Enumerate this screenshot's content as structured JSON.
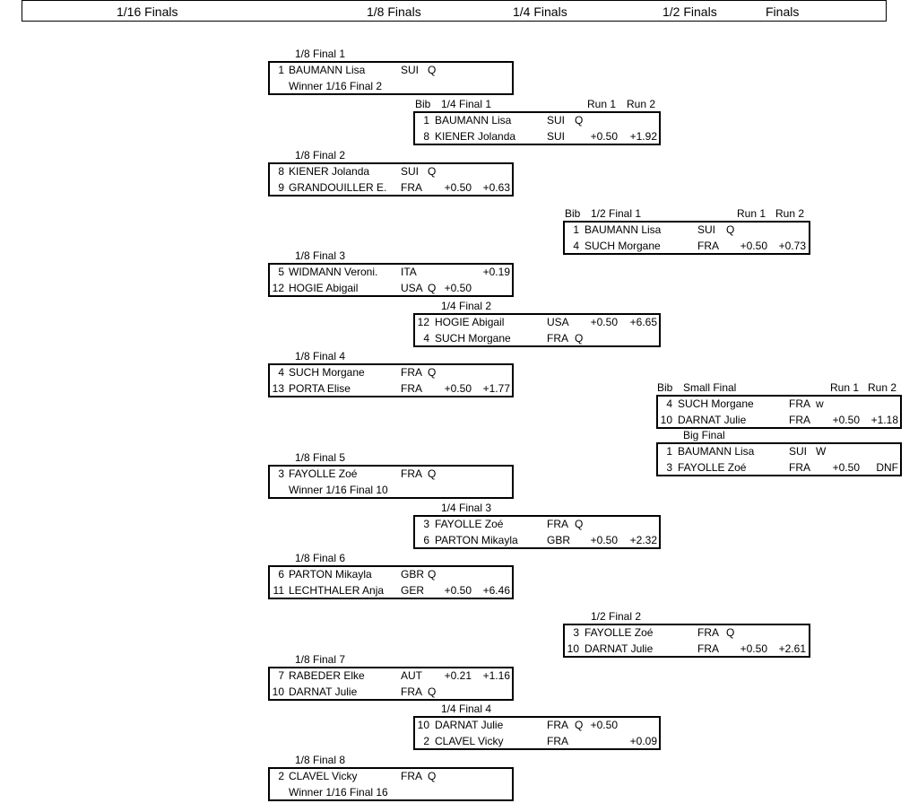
{
  "header": {
    "r16": "1/16 Finals",
    "r8": "1/8 Finals",
    "r4": "1/4 Finals",
    "r2": "1/2 Finals",
    "final": "Finals"
  },
  "columns": {
    "bib": "Bib",
    "run1": "Run 1",
    "run2": "Run 2"
  },
  "eighth_finals": [
    {
      "title": "1/8 Final 1",
      "rows": [
        {
          "bib": "1",
          "name": "BAUMANN Lisa",
          "nation": "SUI",
          "status": "Q",
          "run1": "",
          "run2": ""
        },
        {
          "bib": "",
          "name": "Winner 1/16 Final 2",
          "nation": "",
          "status": "",
          "run1": "",
          "run2": ""
        }
      ]
    },
    {
      "title": "1/8 Final 2",
      "rows": [
        {
          "bib": "8",
          "name": "KIENER Jolanda",
          "nation": "SUI",
          "status": "Q",
          "run1": "",
          "run2": ""
        },
        {
          "bib": "9",
          "name": "GRANDOUILLER E.",
          "nation": "FRA",
          "status": "",
          "run1": "+0.50",
          "run2": "+0.63"
        }
      ]
    },
    {
      "title": "1/8 Final 3",
      "rows": [
        {
          "bib": "5",
          "name": "WIDMANN Veroni.",
          "nation": "ITA",
          "status": "",
          "run1": "",
          "run2": "+0.19"
        },
        {
          "bib": "12",
          "name": "HOGIE Abigail",
          "nation": "USA",
          "status": "Q",
          "run1": "+0.50",
          "run2": ""
        }
      ]
    },
    {
      "title": "1/8 Final 4",
      "rows": [
        {
          "bib": "4",
          "name": "SUCH Morgane",
          "nation": "FRA",
          "status": "Q",
          "run1": "",
          "run2": ""
        },
        {
          "bib": "13",
          "name": "PORTA Elise",
          "nation": "FRA",
          "status": "",
          "run1": "+0.50",
          "run2": "+1.77"
        }
      ]
    },
    {
      "title": "1/8 Final 5",
      "rows": [
        {
          "bib": "3",
          "name": "FAYOLLE Zoé",
          "nation": "FRA",
          "status": "Q",
          "run1": "",
          "run2": ""
        },
        {
          "bib": "",
          "name": "Winner 1/16 Final 10",
          "nation": "",
          "status": "",
          "run1": "",
          "run2": ""
        }
      ]
    },
    {
      "title": "1/8 Final 6",
      "rows": [
        {
          "bib": "6",
          "name": "PARTON Mikayla",
          "nation": "GBR",
          "status": "Q",
          "run1": "",
          "run2": ""
        },
        {
          "bib": "11",
          "name": "LECHTHALER Anja",
          "nation": "GER",
          "status": "",
          "run1": "+0.50",
          "run2": "+6.46"
        }
      ]
    },
    {
      "title": "1/8 Final 7",
      "rows": [
        {
          "bib": "7",
          "name": "RABEDER Elke",
          "nation": "AUT",
          "status": "",
          "run1": "+0.21",
          "run2": "+1.16"
        },
        {
          "bib": "10",
          "name": "DARNAT Julie",
          "nation": "FRA",
          "status": "Q",
          "run1": "",
          "run2": ""
        }
      ]
    },
    {
      "title": "1/8 Final 8",
      "rows": [
        {
          "bib": "2",
          "name": "CLAVEL Vicky",
          "nation": "FRA",
          "status": "Q",
          "run1": "",
          "run2": ""
        },
        {
          "bib": "",
          "name": "Winner 1/16 Final 16",
          "nation": "",
          "status": "",
          "run1": "",
          "run2": ""
        }
      ]
    }
  ],
  "quarter_finals": [
    {
      "title": "1/4 Final 1",
      "rows": [
        {
          "bib": "1",
          "name": "BAUMANN Lisa",
          "nation": "SUI",
          "status": "Q",
          "run1": "",
          "run2": ""
        },
        {
          "bib": "8",
          "name": "KIENER Jolanda",
          "nation": "SUI",
          "status": "",
          "run1": "+0.50",
          "run2": "+1.92"
        }
      ]
    },
    {
      "title": "1/4 Final 2",
      "rows": [
        {
          "bib": "12",
          "name": "HOGIE Abigail",
          "nation": "USA",
          "status": "",
          "run1": "+0.50",
          "run2": "+6.65"
        },
        {
          "bib": "4",
          "name": "SUCH Morgane",
          "nation": "FRA",
          "status": "Q",
          "run1": "",
          "run2": ""
        }
      ]
    },
    {
      "title": "1/4 Final 3",
      "rows": [
        {
          "bib": "3",
          "name": "FAYOLLE Zoé",
          "nation": "FRA",
          "status": "Q",
          "run1": "",
          "run2": ""
        },
        {
          "bib": "6",
          "name": "PARTON Mikayla",
          "nation": "GBR",
          "status": "",
          "run1": "+0.50",
          "run2": "+2.32"
        }
      ]
    },
    {
      "title": "1/4 Final 4",
      "rows": [
        {
          "bib": "10",
          "name": "DARNAT Julie",
          "nation": "FRA",
          "status": "Q",
          "run1": "+0.50",
          "run2": ""
        },
        {
          "bib": "2",
          "name": "CLAVEL Vicky",
          "nation": "FRA",
          "status": "",
          "run1": "",
          "run2": "+0.09"
        }
      ]
    }
  ],
  "semi_finals": [
    {
      "title": "1/2 Final 1",
      "rows": [
        {
          "bib": "1",
          "name": "BAUMANN Lisa",
          "nation": "SUI",
          "status": "Q",
          "run1": "",
          "run2": ""
        },
        {
          "bib": "4",
          "name": "SUCH Morgane",
          "nation": "FRA",
          "status": "",
          "run1": "+0.50",
          "run2": "+0.73"
        }
      ]
    },
    {
      "title": "1/2 Final 2",
      "rows": [
        {
          "bib": "3",
          "name": "FAYOLLE Zoé",
          "nation": "FRA",
          "status": "Q",
          "run1": "",
          "run2": ""
        },
        {
          "bib": "10",
          "name": "DARNAT Julie",
          "nation": "FRA",
          "status": "",
          "run1": "+0.50",
          "run2": "+2.61"
        }
      ]
    }
  ],
  "small_final": {
    "title": "Small Final",
    "rows": [
      {
        "bib": "4",
        "name": "SUCH Morgane",
        "nation": "FRA",
        "status": "w",
        "run1": "",
        "run2": ""
      },
      {
        "bib": "10",
        "name": "DARNAT Julie",
        "nation": "FRA",
        "status": "",
        "run1": "+0.50",
        "run2": "+1.18"
      }
    ]
  },
  "big_final": {
    "title": "Big Final",
    "rows": [
      {
        "bib": "1",
        "name": "BAUMANN Lisa",
        "nation": "SUI",
        "status": "W",
        "run1": "",
        "run2": ""
      },
      {
        "bib": "3",
        "name": "FAYOLLE Zoé",
        "nation": "FRA",
        "status": "",
        "run1": "+0.50",
        "run2": "DNF"
      }
    ]
  }
}
